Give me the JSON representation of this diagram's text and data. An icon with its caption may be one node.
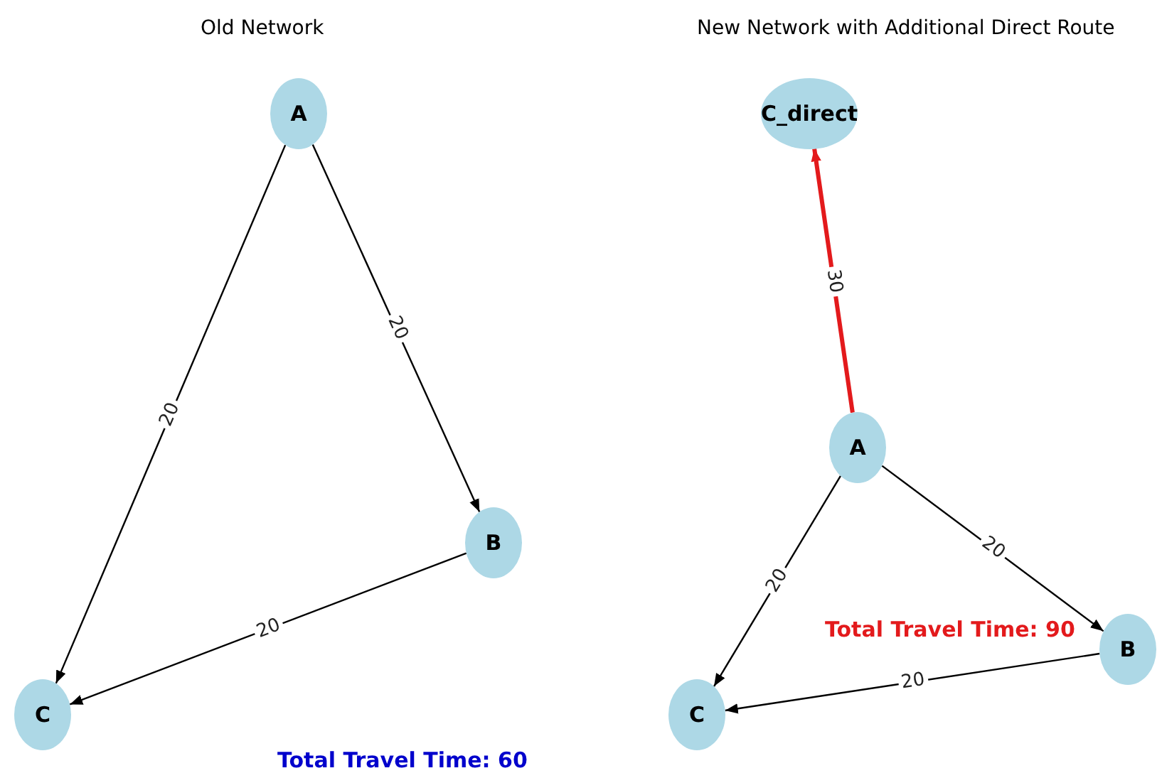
{
  "diagram": {
    "nodes": [
      {
        "text": [
          "A"
        ]
      },
      {
        "text": [
          "B"
        ]
      },
      {
        "text": [
          "C"
        ]
      },
      {
        "text": [
          "C_direct"
        ]
      },
      {
        "text": [
          "A"
        ]
      },
      {
        "text": [
          "B"
        ]
      },
      {
        "text": [
          "C"
        ]
      }
    ],
    "edges": [
      {
        "from": 0,
        "to": 1,
        "arrow": "to",
        "label": "20"
      },
      {
        "from": 0,
        "to": 2,
        "arrow": "to",
        "label": "20"
      },
      {
        "from": 1,
        "to": 2,
        "arrow": "to",
        "label": "20"
      },
      {
        "from": 4,
        "to": 3,
        "arrow": "to",
        "label": "30",
        "style": "thick",
        "color": "#e31a1c"
      },
      {
        "from": 4,
        "to": 5,
        "arrow": "to",
        "label": "20"
      },
      {
        "from": 4,
        "to": 6,
        "arrow": "to",
        "label": "20"
      },
      {
        "from": 5,
        "to": 6,
        "arrow": "to",
        "label": "20"
      }
    ],
    "labels": [
      "Old Network",
      "New Network with Additional Direct Route",
      "Total Travel Time: 60",
      "Total Travel Time: 90"
    ]
  }
}
